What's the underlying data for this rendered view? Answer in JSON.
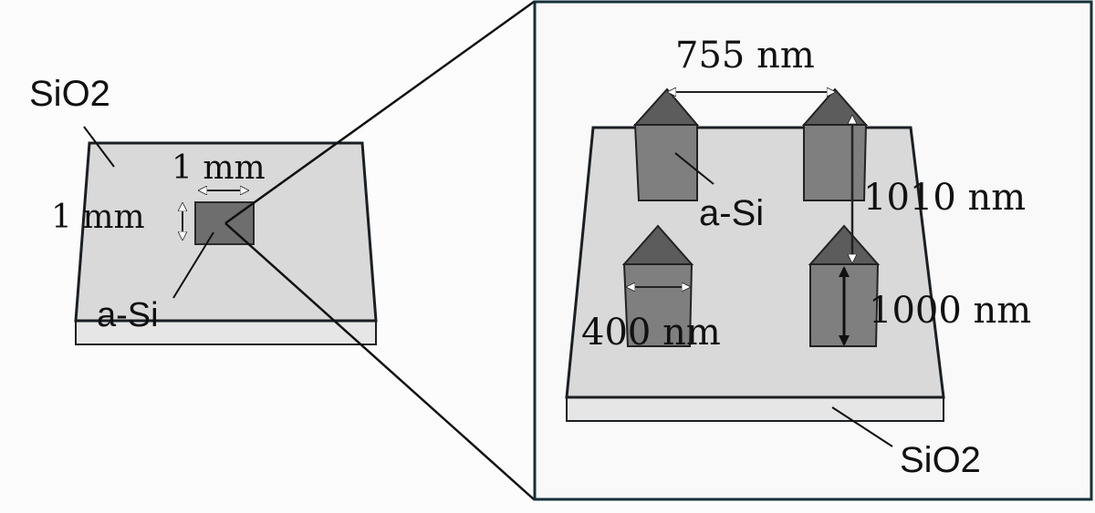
{
  "left_view": {
    "substrate_label": "SiO2",
    "width_label": "1 mm",
    "height_label": "1 mm",
    "pattern_label": "a-Si"
  },
  "zoom_view": {
    "spacing_label": "755 nm",
    "pitch_label": "1010 nm",
    "height_label": "1000 nm",
    "width_label": "400 nm",
    "pillar_label": "a-Si",
    "substrate_label": "SiO2"
  },
  "colors": {
    "substrate_top": "#d9d9d9",
    "substrate_side": "#e6e6e6",
    "pillar_body": "#7f7f7f",
    "pillar_tip": "#5c5c5c",
    "outline": "#1a1f24",
    "zoom_frame": "#16303a"
  }
}
